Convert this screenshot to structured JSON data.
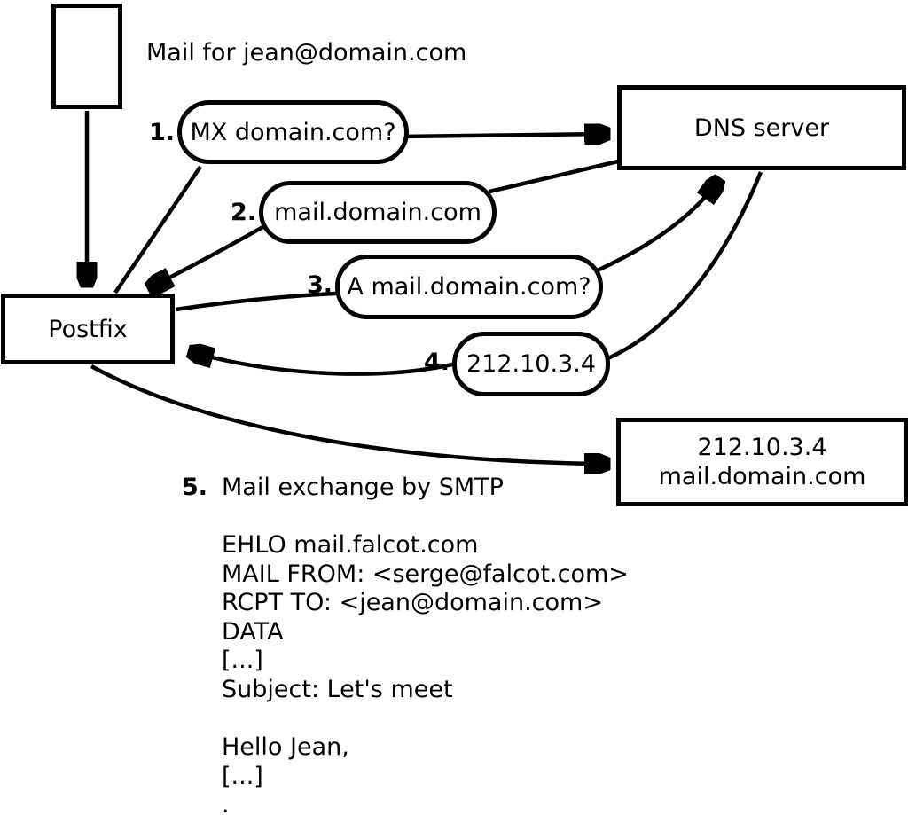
{
  "diagram": {
    "mail_label": "Mail for jean@domain.com",
    "nodes": {
      "postfix": "Postfix",
      "dns_server": "DNS server",
      "mail_server": {
        "ip": "212.10.3.4",
        "hostname": "mail.domain.com"
      }
    },
    "steps": [
      {
        "num": "1.",
        "label": "MX domain.com?"
      },
      {
        "num": "2.",
        "label": "mail.domain.com"
      },
      {
        "num": "3.",
        "label": "A mail.domain.com?"
      },
      {
        "num": "4.",
        "label": "212.10.3.4"
      },
      {
        "num": "5.",
        "label": "Mail exchange by SMTP"
      }
    ],
    "smtp_session": {
      "lines": [
        "EHLO mail.falcot.com",
        "MAIL FROM: <serge@falcot.com>",
        "RCPT TO: <jean@domain.com>",
        "DATA",
        "[...]",
        "Subject: Let's meet",
        "",
        "Hello Jean,",
        "[...]",
        "."
      ]
    }
  }
}
